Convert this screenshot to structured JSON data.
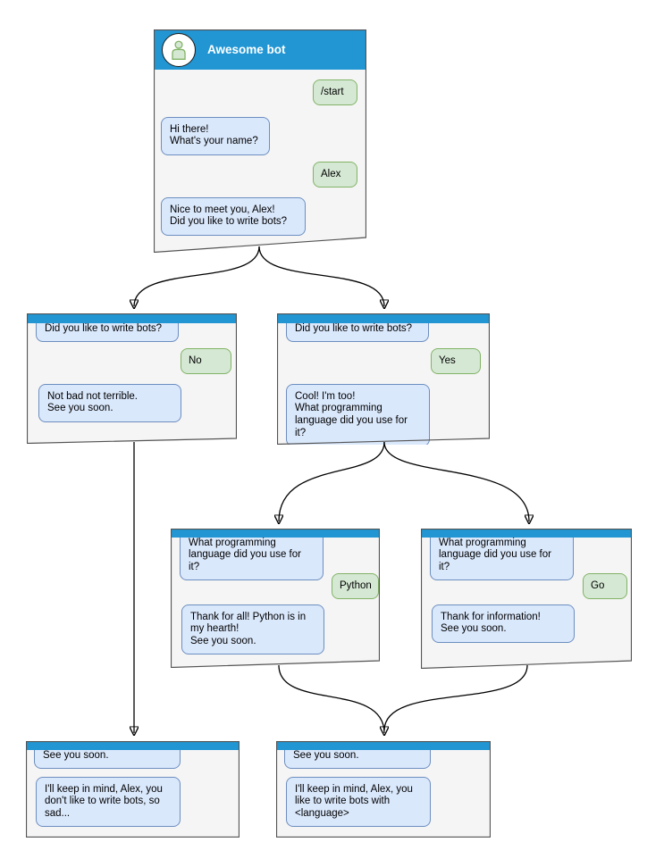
{
  "colors": {
    "header_blue": "#2196d3",
    "window_bg": "#f5f5f5",
    "window_border": "#545454",
    "bot_bubble_fill": "#dae8fc",
    "bot_bubble_border": "#6c8ebf",
    "user_bubble_fill": "#d5e8d4",
    "user_bubble_border": "#82b366",
    "arrow_color": "#000000"
  },
  "windows": {
    "root": {
      "title": "Awesome bot",
      "avatar_icon": "person-icon",
      "msg_start": "/start",
      "msg_hi": "Hi there!\nWhat's your name?",
      "msg_alex": "Alex",
      "msg_nice": "Nice to meet you, Alex!\nDid you like to write bots?"
    },
    "branch_no": {
      "msg_question": "Did you like to write bots?",
      "msg_answer": "No",
      "msg_reply": "Not bad not terrible.\nSee you soon."
    },
    "branch_yes": {
      "msg_question": "Did you like to write bots?",
      "msg_answer": "Yes",
      "msg_reply": "Cool! I'm too!\nWhat programming\nlanguage did you use for it?"
    },
    "branch_python": {
      "msg_question": "What programming\nlanguage did you use for it?",
      "msg_answer": "Python",
      "msg_reply": "Thank for all! Python is in\nmy hearth!\nSee you soon."
    },
    "branch_go": {
      "msg_question": "What programming\nlanguage did you use for it?",
      "msg_answer": "Go",
      "msg_reply": "Thank for information!\nSee you soon."
    },
    "end_no": {
      "msg_question": "See you soon.",
      "msg_reply": "I'll keep in mind, Alex, you\ndon't like to write bots, so\nsad..."
    },
    "end_yes": {
      "msg_question": "See you soon.",
      "msg_reply": "I'll keep in mind, Alex, you\nlike to write bots with\n<language>"
    }
  }
}
